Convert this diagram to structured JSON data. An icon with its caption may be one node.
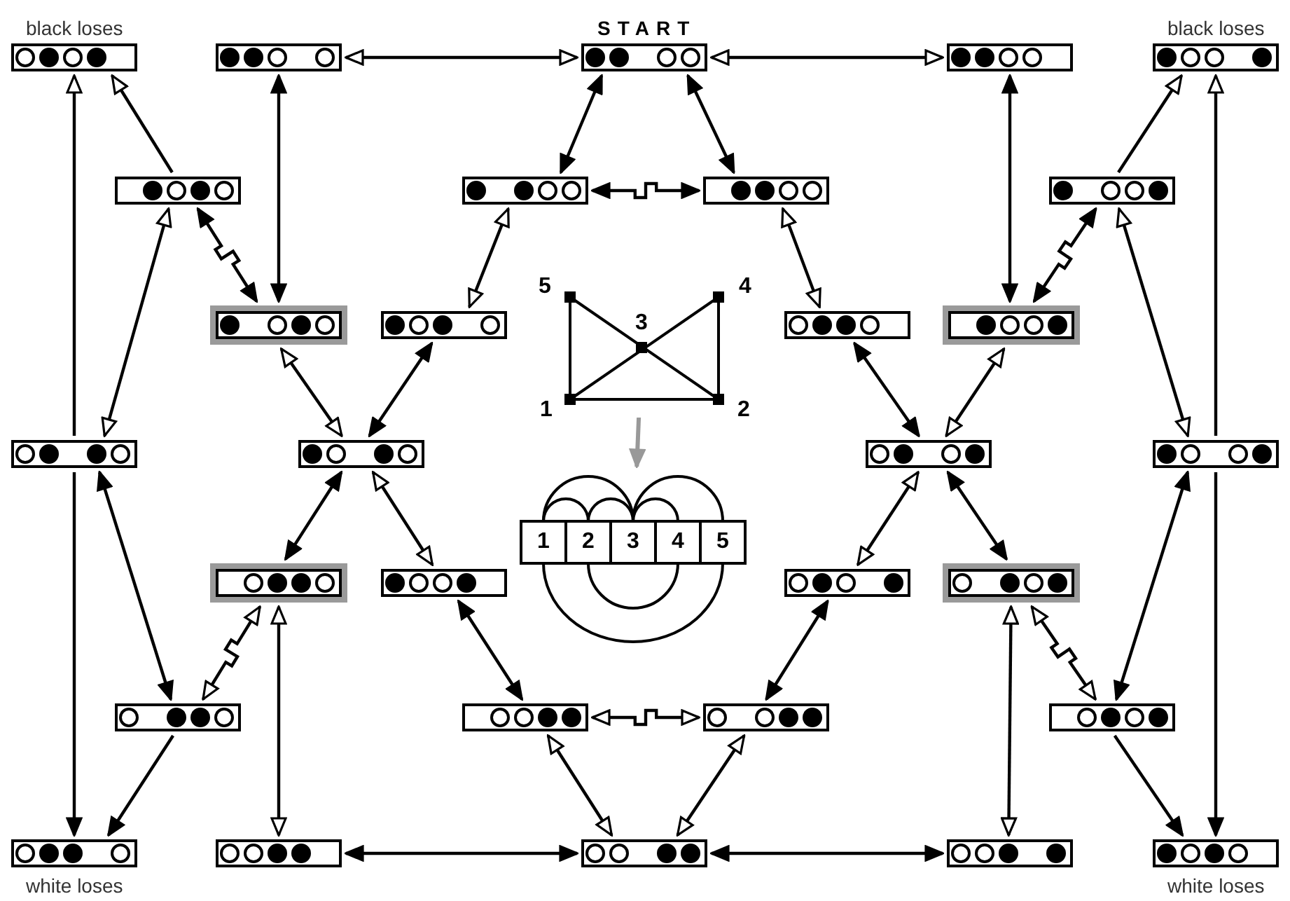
{
  "diagram": {
    "nodes": [
      {
        "text": [],
        "shape": "box",
        "beside": [
          "black loses"
        ]
      },
      {
        "text": [],
        "shape": "box"
      },
      {
        "text": [],
        "shape": "box",
        "beside": [
          "START"
        ]
      },
      {
        "text": [],
        "shape": "box"
      },
      {
        "text": [],
        "shape": "box",
        "beside": [
          "black loses"
        ]
      },
      {
        "text": [],
        "shape": "box"
      },
      {
        "text": [],
        "shape": "box"
      },
      {
        "text": [],
        "shape": "box"
      },
      {
        "text": [],
        "shape": "box"
      },
      {
        "text": [],
        "shape": "box"
      },
      {
        "text": [],
        "shape": "box"
      },
      {
        "text": [],
        "shape": "box"
      },
      {
        "text": [],
        "shape": "box"
      },
      {
        "text": [],
        "shape": "box"
      },
      {
        "text": [],
        "shape": "box"
      },
      {
        "text": [],
        "shape": "box"
      },
      {
        "text": [],
        "shape": "box"
      },
      {
        "text": [],
        "shape": "box"
      },
      {
        "text": [],
        "shape": "box"
      },
      {
        "text": [],
        "shape": "box"
      },
      {
        "text": [],
        "shape": "box"
      },
      {
        "text": [],
        "shape": "box"
      },
      {
        "text": [],
        "shape": "box"
      },
      {
        "text": [],
        "shape": "box"
      },
      {
        "text": [],
        "shape": "box"
      },
      {
        "text": [],
        "shape": "box",
        "beside": [
          "white loses"
        ]
      },
      {
        "text": [],
        "shape": "box"
      },
      {
        "text": [],
        "shape": "box"
      },
      {
        "text": [],
        "shape": "box"
      },
      {
        "text": [],
        "shape": "box",
        "beside": [
          "white loses"
        ]
      },
      {
        "text": [],
        "shape": "picture"
      },
      {
        "text": [],
        "shape": "picture"
      }
    ],
    "edges": [
      {
        "from": 1,
        "to": 2,
        "arrow": "both"
      },
      {
        "from": 2,
        "to": 3,
        "arrow": "both"
      },
      {
        "from": 2,
        "to": 6,
        "arrow": "both"
      },
      {
        "from": 2,
        "to": 7,
        "arrow": "both"
      },
      {
        "from": 6,
        "to": 7,
        "arrow": "both"
      },
      {
        "from": 6,
        "to": 10,
        "arrow": "both"
      },
      {
        "from": 7,
        "to": 11,
        "arrow": "both"
      },
      {
        "from": 1,
        "to": 9,
        "arrow": "both"
      },
      {
        "from": 3,
        "to": 12,
        "arrow": "both"
      },
      {
        "from": 5,
        "to": 0,
        "arrow": "to"
      },
      {
        "from": 13,
        "to": 0,
        "arrow": "to"
      },
      {
        "from": 5,
        "to": 9,
        "arrow": "both"
      },
      {
        "from": 13,
        "to": 5,
        "arrow": "both"
      },
      {
        "from": 9,
        "to": 14,
        "arrow": "both"
      },
      {
        "from": 10,
        "to": 14,
        "arrow": "both"
      },
      {
        "from": 14,
        "to": 17,
        "arrow": "both"
      },
      {
        "from": 14,
        "to": 18,
        "arrow": "both"
      },
      {
        "from": 13,
        "to": 25,
        "arrow": "to"
      },
      {
        "from": 13,
        "to": 21,
        "arrow": "both"
      },
      {
        "from": 17,
        "to": 21,
        "arrow": "both"
      },
      {
        "from": 17,
        "to": 26,
        "arrow": "both"
      },
      {
        "from": 21,
        "to": 25,
        "arrow": "to"
      },
      {
        "from": 18,
        "to": 22,
        "arrow": "both"
      },
      {
        "from": 22,
        "to": 23,
        "arrow": "both"
      },
      {
        "from": 22,
        "to": 27,
        "arrow": "both"
      },
      {
        "from": 23,
        "to": 19,
        "arrow": "both"
      },
      {
        "from": 23,
        "to": 27,
        "arrow": "both"
      },
      {
        "from": 26,
        "to": 27,
        "arrow": "both"
      },
      {
        "from": 27,
        "to": 28,
        "arrow": "both"
      },
      {
        "from": 11,
        "to": 15,
        "arrow": "both"
      },
      {
        "from": 12,
        "to": 15,
        "arrow": "both"
      },
      {
        "from": 15,
        "to": 19,
        "arrow": "both"
      },
      {
        "from": 15,
        "to": 20,
        "arrow": "both"
      },
      {
        "from": 8,
        "to": 4,
        "arrow": "to"
      },
      {
        "from": 16,
        "to": 4,
        "arrow": "to"
      },
      {
        "from": 8,
        "to": 12,
        "arrow": "both"
      },
      {
        "from": 8,
        "to": 16,
        "arrow": "both"
      },
      {
        "from": 16,
        "to": 24,
        "arrow": "both"
      },
      {
        "from": 16,
        "to": 29,
        "arrow": "to"
      },
      {
        "from": 20,
        "to": 24,
        "arrow": "both"
      },
      {
        "from": 20,
        "to": 28,
        "arrow": "both"
      },
      {
        "from": 24,
        "to": 29,
        "arrow": "to"
      },
      {
        "from": 30,
        "to": 31,
        "arrow": "to",
        "color": "#999999"
      }
    ],
    "labels": [
      "5",
      "4",
      "3",
      "1",
      "2",
      "1",
      "2",
      "3",
      "4",
      "5"
    ]
  }
}
